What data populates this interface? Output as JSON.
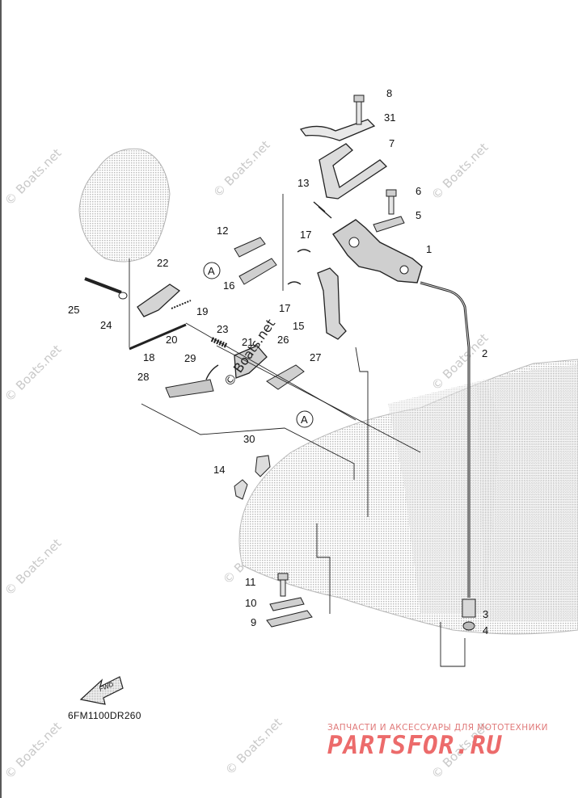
{
  "diagram": {
    "code": "6FM1100DR260",
    "watermark": "© Boats.net",
    "watermark_center": "© Boats.net",
    "fwd_label": "FWD",
    "callout_letter": "A",
    "parts": [
      {
        "id": "1",
        "label": "1"
      },
      {
        "id": "2",
        "label": "2"
      },
      {
        "id": "3",
        "label": "3"
      },
      {
        "id": "4",
        "label": "4"
      },
      {
        "id": "5",
        "label": "5"
      },
      {
        "id": "6",
        "label": "6"
      },
      {
        "id": "7",
        "label": "7"
      },
      {
        "id": "8",
        "label": "8"
      },
      {
        "id": "9",
        "label": "9"
      },
      {
        "id": "10",
        "label": "10"
      },
      {
        "id": "11",
        "label": "11"
      },
      {
        "id": "12",
        "label": "12"
      },
      {
        "id": "13",
        "label": "13"
      },
      {
        "id": "14",
        "label": "14"
      },
      {
        "id": "15",
        "label": "15"
      },
      {
        "id": "16",
        "label": "16"
      },
      {
        "id": "17a",
        "label": "17"
      },
      {
        "id": "17b",
        "label": "17"
      },
      {
        "id": "18",
        "label": "18"
      },
      {
        "id": "19",
        "label": "19"
      },
      {
        "id": "20",
        "label": "20"
      },
      {
        "id": "21",
        "label": "21"
      },
      {
        "id": "22",
        "label": "22"
      },
      {
        "id": "23",
        "label": "23"
      },
      {
        "id": "24",
        "label": "24"
      },
      {
        "id": "25",
        "label": "25"
      },
      {
        "id": "26",
        "label": "26"
      },
      {
        "id": "27",
        "label": "27"
      },
      {
        "id": "28",
        "label": "28"
      },
      {
        "id": "29",
        "label": "29"
      },
      {
        "id": "30",
        "label": "30"
      },
      {
        "id": "31",
        "label": "31"
      }
    ]
  },
  "brand": {
    "tagline": "ЗАПЧАСТИ И АКСЕССУАРЫ ДЛЯ МОТОТЕХНИКИ",
    "logo_text": "PARTSFOR.RU",
    "colors": {
      "brand": "#ec6b6b"
    }
  }
}
